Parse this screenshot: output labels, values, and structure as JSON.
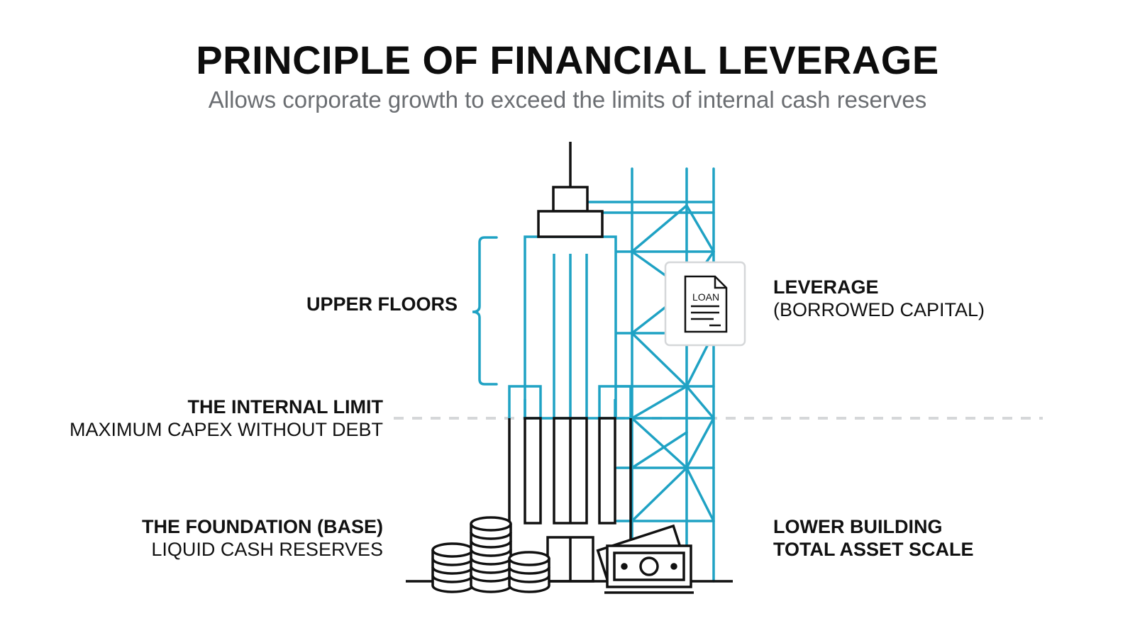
{
  "title": "PRINCIPLE OF FINANCIAL LEVERAGE",
  "subtitle": "Allows corporate growth to exceed the limits of internal cash reserves",
  "labels": {
    "upper_floors": "UPPER FLOORS",
    "internal_limit": {
      "title": "THE INTERNAL LIMIT",
      "subtitle": "MAXIMUM CAPEX WITHOUT DEBT"
    },
    "foundation": {
      "title": "THE FOUNDATION (BASE)",
      "subtitle": "LIQUID CASH RESERVES"
    },
    "leverage": {
      "title": "LEVERAGE",
      "subtitle": "(BORROWED CAPITAL)"
    },
    "lower_building": {
      "title": "LOWER BUILDING",
      "subtitle": "TOTAL ASSET SCALE"
    }
  },
  "loan_document": {
    "text": "LOAN"
  },
  "colors": {
    "accent_blue": "#1fa2c4",
    "ink": "#111111",
    "muted_text": "#6b6e72",
    "dashed_line": "#d5d7d9"
  }
}
